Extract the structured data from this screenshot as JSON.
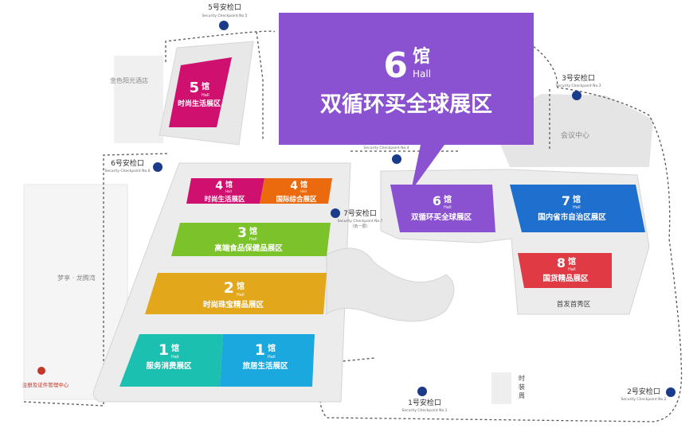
{
  "colors": {
    "hall5": "#d0106e",
    "hall4a": "#d0106e",
    "hall4b": "#ec6a0e",
    "hall3": "#7cc22a",
    "hall2": "#e3a71b",
    "hall1a": "#1cc0b0",
    "hall1b": "#1aa8de",
    "hall6": "#8a52d0",
    "hall7": "#1f6fcf",
    "hall8": "#e03a44",
    "floor": "#d9d9d9",
    "wall": "#ececec",
    "callout": "#8a52d0",
    "checkpoint_icon": "#1a3a8a"
  },
  "callout": {
    "num": "6",
    "guan": "馆",
    "en": "Hall",
    "name": "双循环买全球展区"
  },
  "halls": {
    "h5": {
      "num": "5",
      "guan": "馆",
      "en": "Hall",
      "name": "时尚生活展区"
    },
    "h4a": {
      "num": "4",
      "guan": "馆",
      "en": "Hall",
      "name": "时尚生活展区"
    },
    "h4b": {
      "num": "4",
      "guan": "馆",
      "en": "Hall",
      "name": "国际综合展区"
    },
    "h3": {
      "num": "3",
      "guan": "馆",
      "en": "Hall",
      "name": "高端食品保健品展区"
    },
    "h2": {
      "num": "2",
      "guan": "馆",
      "en": "Hall",
      "name": "时尚珠宝精品展区"
    },
    "h1a": {
      "num": "1",
      "guan": "馆",
      "en": "Hall",
      "name": "服务消费展区"
    },
    "h1b": {
      "num": "1",
      "guan": "馆",
      "en": "Hall",
      "name": "旅居生活展区"
    },
    "h6": {
      "num": "6",
      "guan": "馆",
      "en": "Hall",
      "name": "双循环买全球展区"
    },
    "h7": {
      "num": "7",
      "guan": "馆",
      "en": "Hall",
      "name": "国内省市自治区展区"
    },
    "h8": {
      "num": "8",
      "guan": "馆",
      "en": "Hall",
      "name": "国货精品展区"
    }
  },
  "checkpoints": {
    "cp1": {
      "title": "1号安检口",
      "sub": "Security Checkpoint No.1"
    },
    "cp2": {
      "title": "2号安检口",
      "sub": "Security Checkpoint No.2"
    },
    "cp3": {
      "title": "3号安检口",
      "sub": "Security Checkpoint No.3"
    },
    "cp4": {
      "title": "",
      "sub": "Security Checkpoint No.4"
    },
    "cp5": {
      "title": "5号安检口",
      "sub": "Security Checkpoint No.5"
    },
    "cp6": {
      "title": "6号安检口",
      "sub": "Security Checkpoint No.6"
    },
    "cp7": {
      "title": "7号安检口",
      "sub": "Security Checkpoint No.7",
      "note": "（负一层）"
    }
  },
  "places": {
    "hotel": "金色阳光酒店",
    "meeting": "会议中心",
    "debut": "首发首秀区",
    "mengting": "梦享 · 龙腾湾",
    "fashion_week_1": "时",
    "fashion_week_2": "装",
    "fashion_week_3": "周",
    "registration": "注册及证件管理中心"
  }
}
